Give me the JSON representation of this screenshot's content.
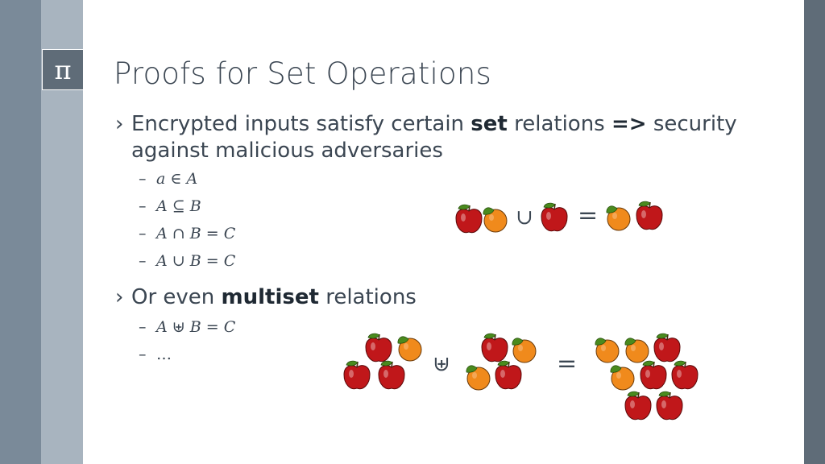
{
  "slide": {
    "logo_symbol": "π",
    "title": "Proofs for Set Operations",
    "bullet1": {
      "marker": "›",
      "text_a": "Encrypted inputs satisfy certain ",
      "bold": "set",
      "text_b": " relations ",
      "arrow": "=>",
      "text_c": " security",
      "line2": "against malicious adversaries"
    },
    "sub_items": [
      {
        "dash": "–",
        "left": "a",
        "op": " ∈ ",
        "right": "A"
      },
      {
        "dash": "–",
        "left": "A",
        "op": " ⊆ ",
        "right": "B"
      },
      {
        "dash": "–",
        "left": "A",
        "op": " ∩ ",
        "right": "B",
        "op2": " = ",
        "right2": "C"
      },
      {
        "dash": "–",
        "left": "A",
        "op": " ∪ ",
        "right": "B",
        "op2": " = ",
        "right2": "C"
      }
    ],
    "bullet2": {
      "marker": "›",
      "text_a": "Or even ",
      "bold": "multiset",
      "text_b": "  relations"
    },
    "sub_items2": [
      {
        "dash": "–",
        "left": "A",
        "op": " ⊎ ",
        "right": "B",
        "op2": " = ",
        "right2": "C"
      },
      {
        "dash": "–",
        "text": "…"
      }
    ],
    "diagram1": {
      "union": "∪",
      "equals": "="
    },
    "diagram2": {
      "multiunion": "⊎",
      "equals": "="
    }
  },
  "colors": {
    "apple": "#c0171a",
    "orange": "#f08a1c",
    "leaf": "#4a8a1e",
    "text": "#3b4652"
  }
}
